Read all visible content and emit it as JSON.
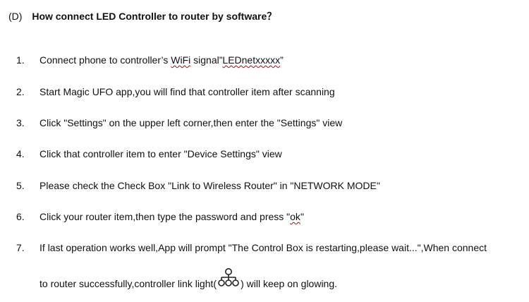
{
  "section": {
    "label": "(D)",
    "title": "How connect LED Controller to router by software？"
  },
  "steps": [
    {
      "num": "1.",
      "parts": [
        "Connect phone to controller’s ",
        "WiFi",
        " signal”",
        "LEDnetxxxxx",
        "”"
      ]
    },
    {
      "num": "2.",
      "text": "Start Magic UFO app,you will find that controller item after scanning"
    },
    {
      "num": "3.",
      "text": "Click \"Settings\" on the upper left corner,then enter the \"Settings\" view"
    },
    {
      "num": "4.",
      "text": "Click that controller item to enter \"Device Settings\" view"
    },
    {
      "num": "5.",
      "text": "Please check the Check Box \"Link to Wireless Router\" in \"NETWORK MODE\""
    },
    {
      "num": "6.",
      "parts": [
        "Click your router item,then type the password and press \"",
        "ok",
        "\""
      ]
    },
    {
      "num": "7.",
      "line1": "If last operation works well,App will prompt \"The Control Box is restarting,please wait...\",When connect",
      "line2_before": "to router successfully,controller link light(",
      "line2_after": ") will keep on glowing."
    }
  ],
  "icons": {
    "link_light": "network-link-icon"
  }
}
